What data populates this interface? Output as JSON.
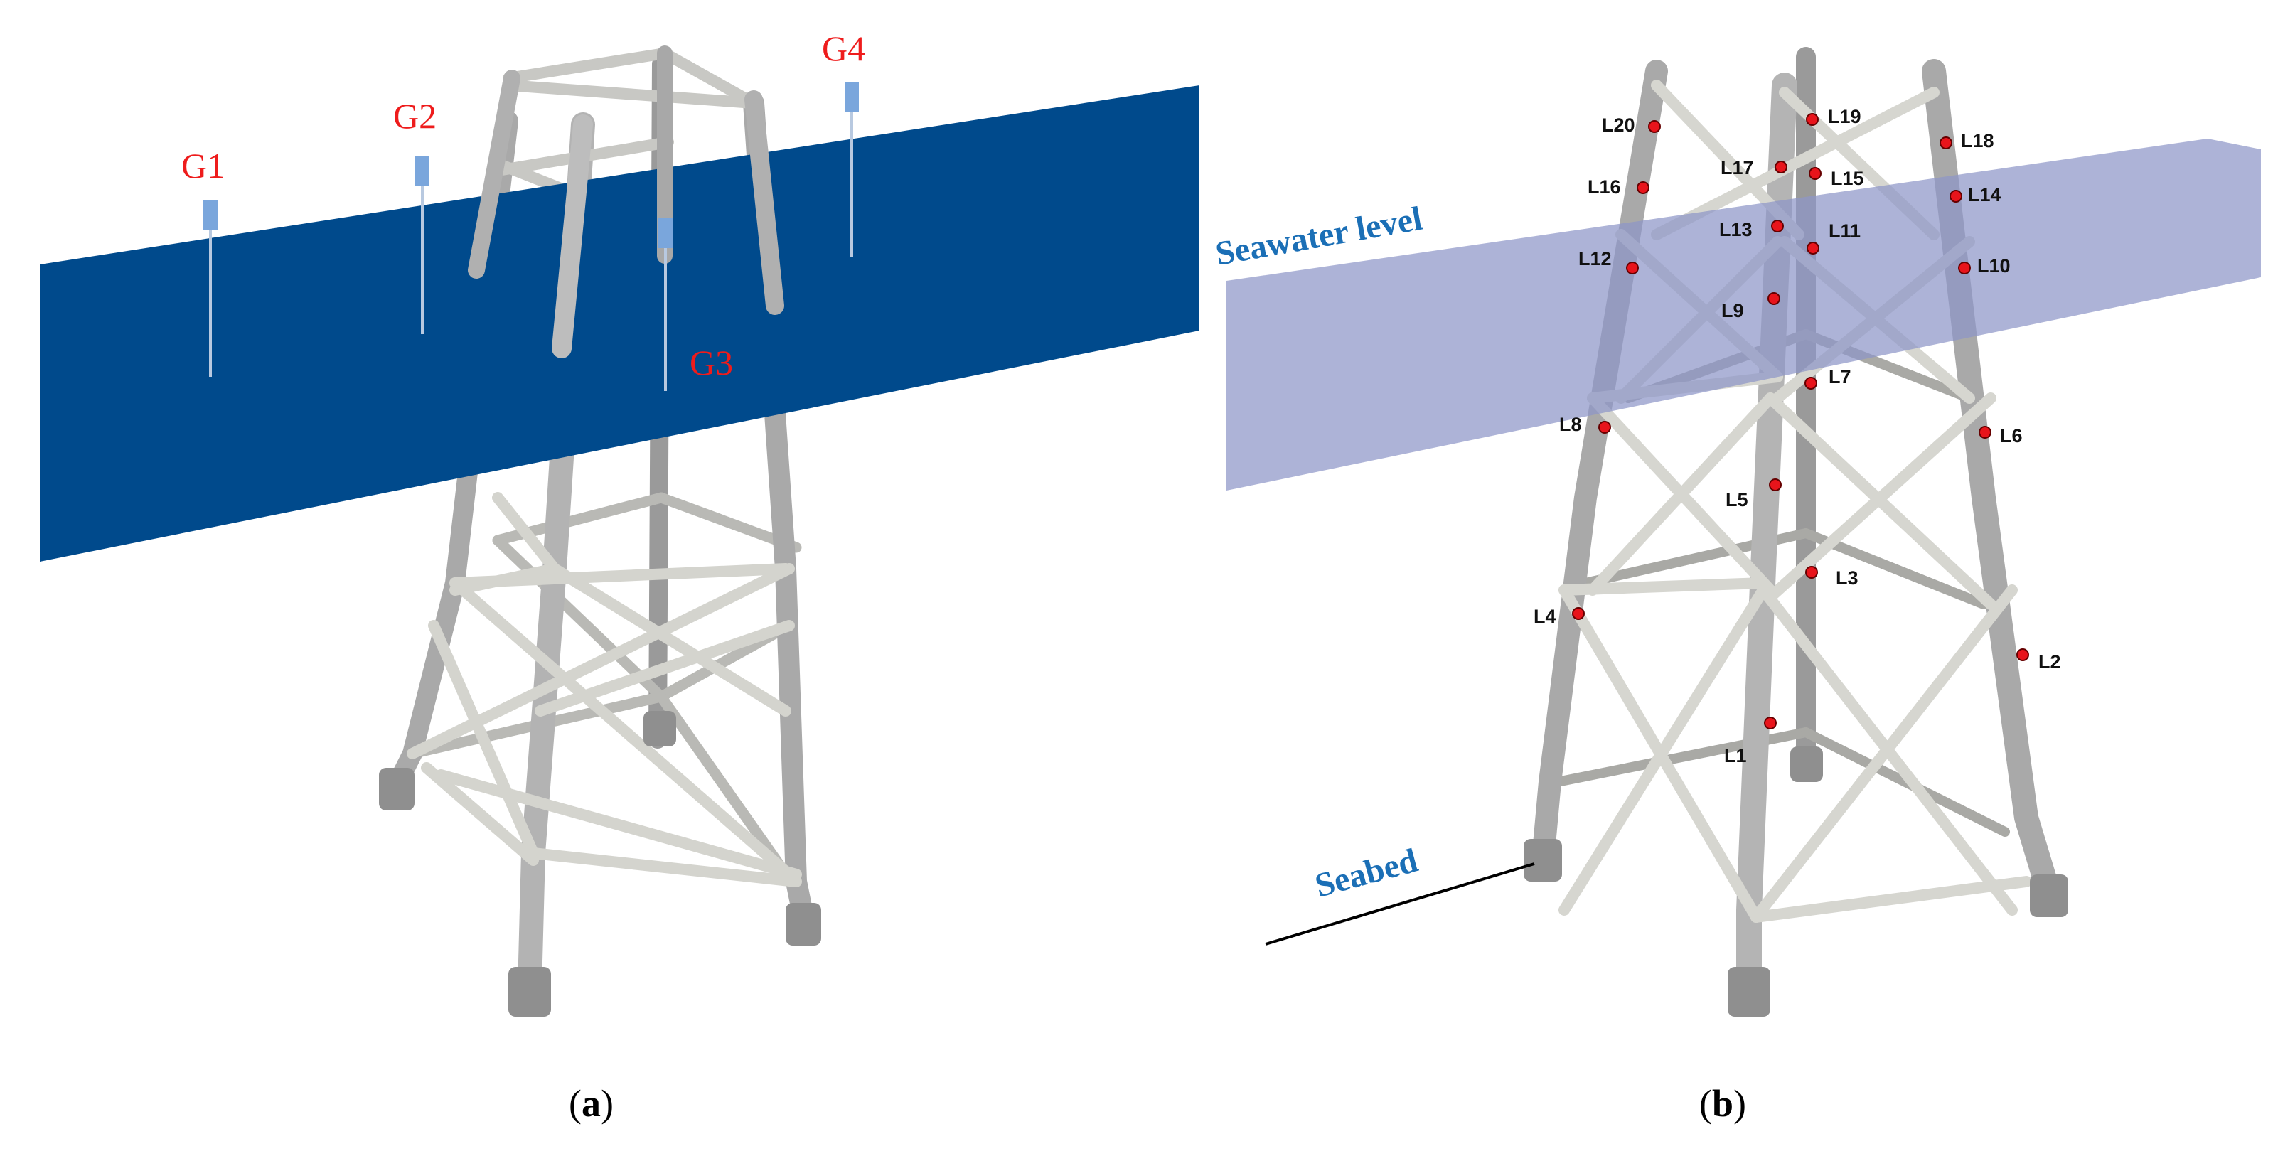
{
  "panel_a": {
    "caption_open": "(",
    "caption_letter": "a",
    "caption_close": ")",
    "water_color": "#004a8c",
    "gauges": [
      {
        "label": "G1"
      },
      {
        "label": "G2"
      },
      {
        "label": "G3"
      },
      {
        "label": "G4"
      }
    ]
  },
  "panel_b": {
    "caption_open": "(",
    "caption_letter": "b",
    "caption_close": ")",
    "seawater_label": "Seawater level",
    "seabed_label": "Seabed",
    "water_color": "#8e96c8",
    "points": [
      "L1",
      "L2",
      "L3",
      "L4",
      "L5",
      "L6",
      "L7",
      "L8",
      "L9",
      "L10",
      "L11",
      "L12",
      "L13",
      "L14",
      "L15",
      "L16",
      "L17",
      "L18",
      "L19",
      "L20"
    ]
  },
  "colors": {
    "gauge_label": "#ee1c1c",
    "annotation": "#1b6fb6",
    "point_marker": "#e8141b",
    "structure": "#c9c9c5"
  }
}
